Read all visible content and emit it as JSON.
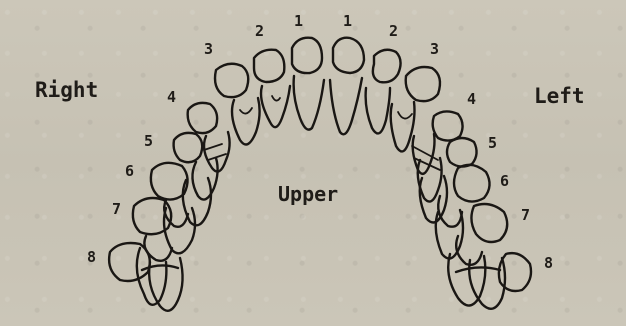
{
  "labels": {
    "right": "Right",
    "left": "Left",
    "upper": "Upper"
  },
  "tooth_numbers": {
    "right": [
      "1",
      "2",
      "3",
      "4",
      "5",
      "6",
      "7",
      "8"
    ],
    "left": [
      "1",
      "2",
      "3",
      "4",
      "5",
      "6",
      "7",
      "8"
    ]
  }
}
